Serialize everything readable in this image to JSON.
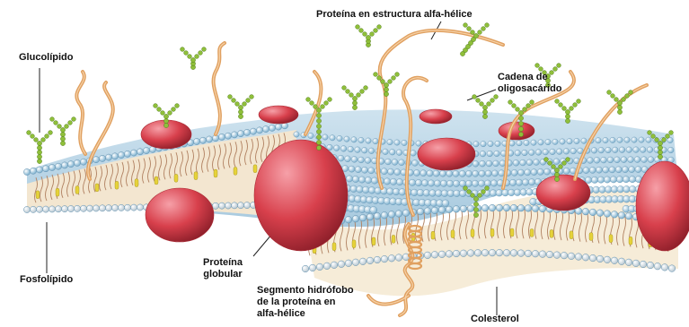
{
  "labels": {
    "glucolipido": "Glucolípido",
    "proteina_alfa": "Proteína en estructura alfa-hélice",
    "cadena": "Cadena de\noligosacárido",
    "fosfolipido": "Fosfolípido",
    "proteina_globular": "Proteína\nglobular",
    "segmento": "Segmento hidrófobo\nde la proteína en\nalfa-hélice",
    "colesterol": "Colesterol"
  },
  "colors": {
    "phospholipid_head": "#9fc8e0",
    "phospholipid_head_light": "#e9f2f8",
    "cholesterol": "#e6d23a",
    "protein": "#d8404c",
    "protein_dark": "#a82832",
    "oligosaccharide": "#8fbf3a",
    "alpha_helix": "#e0a060",
    "tail": "#b08060"
  }
}
